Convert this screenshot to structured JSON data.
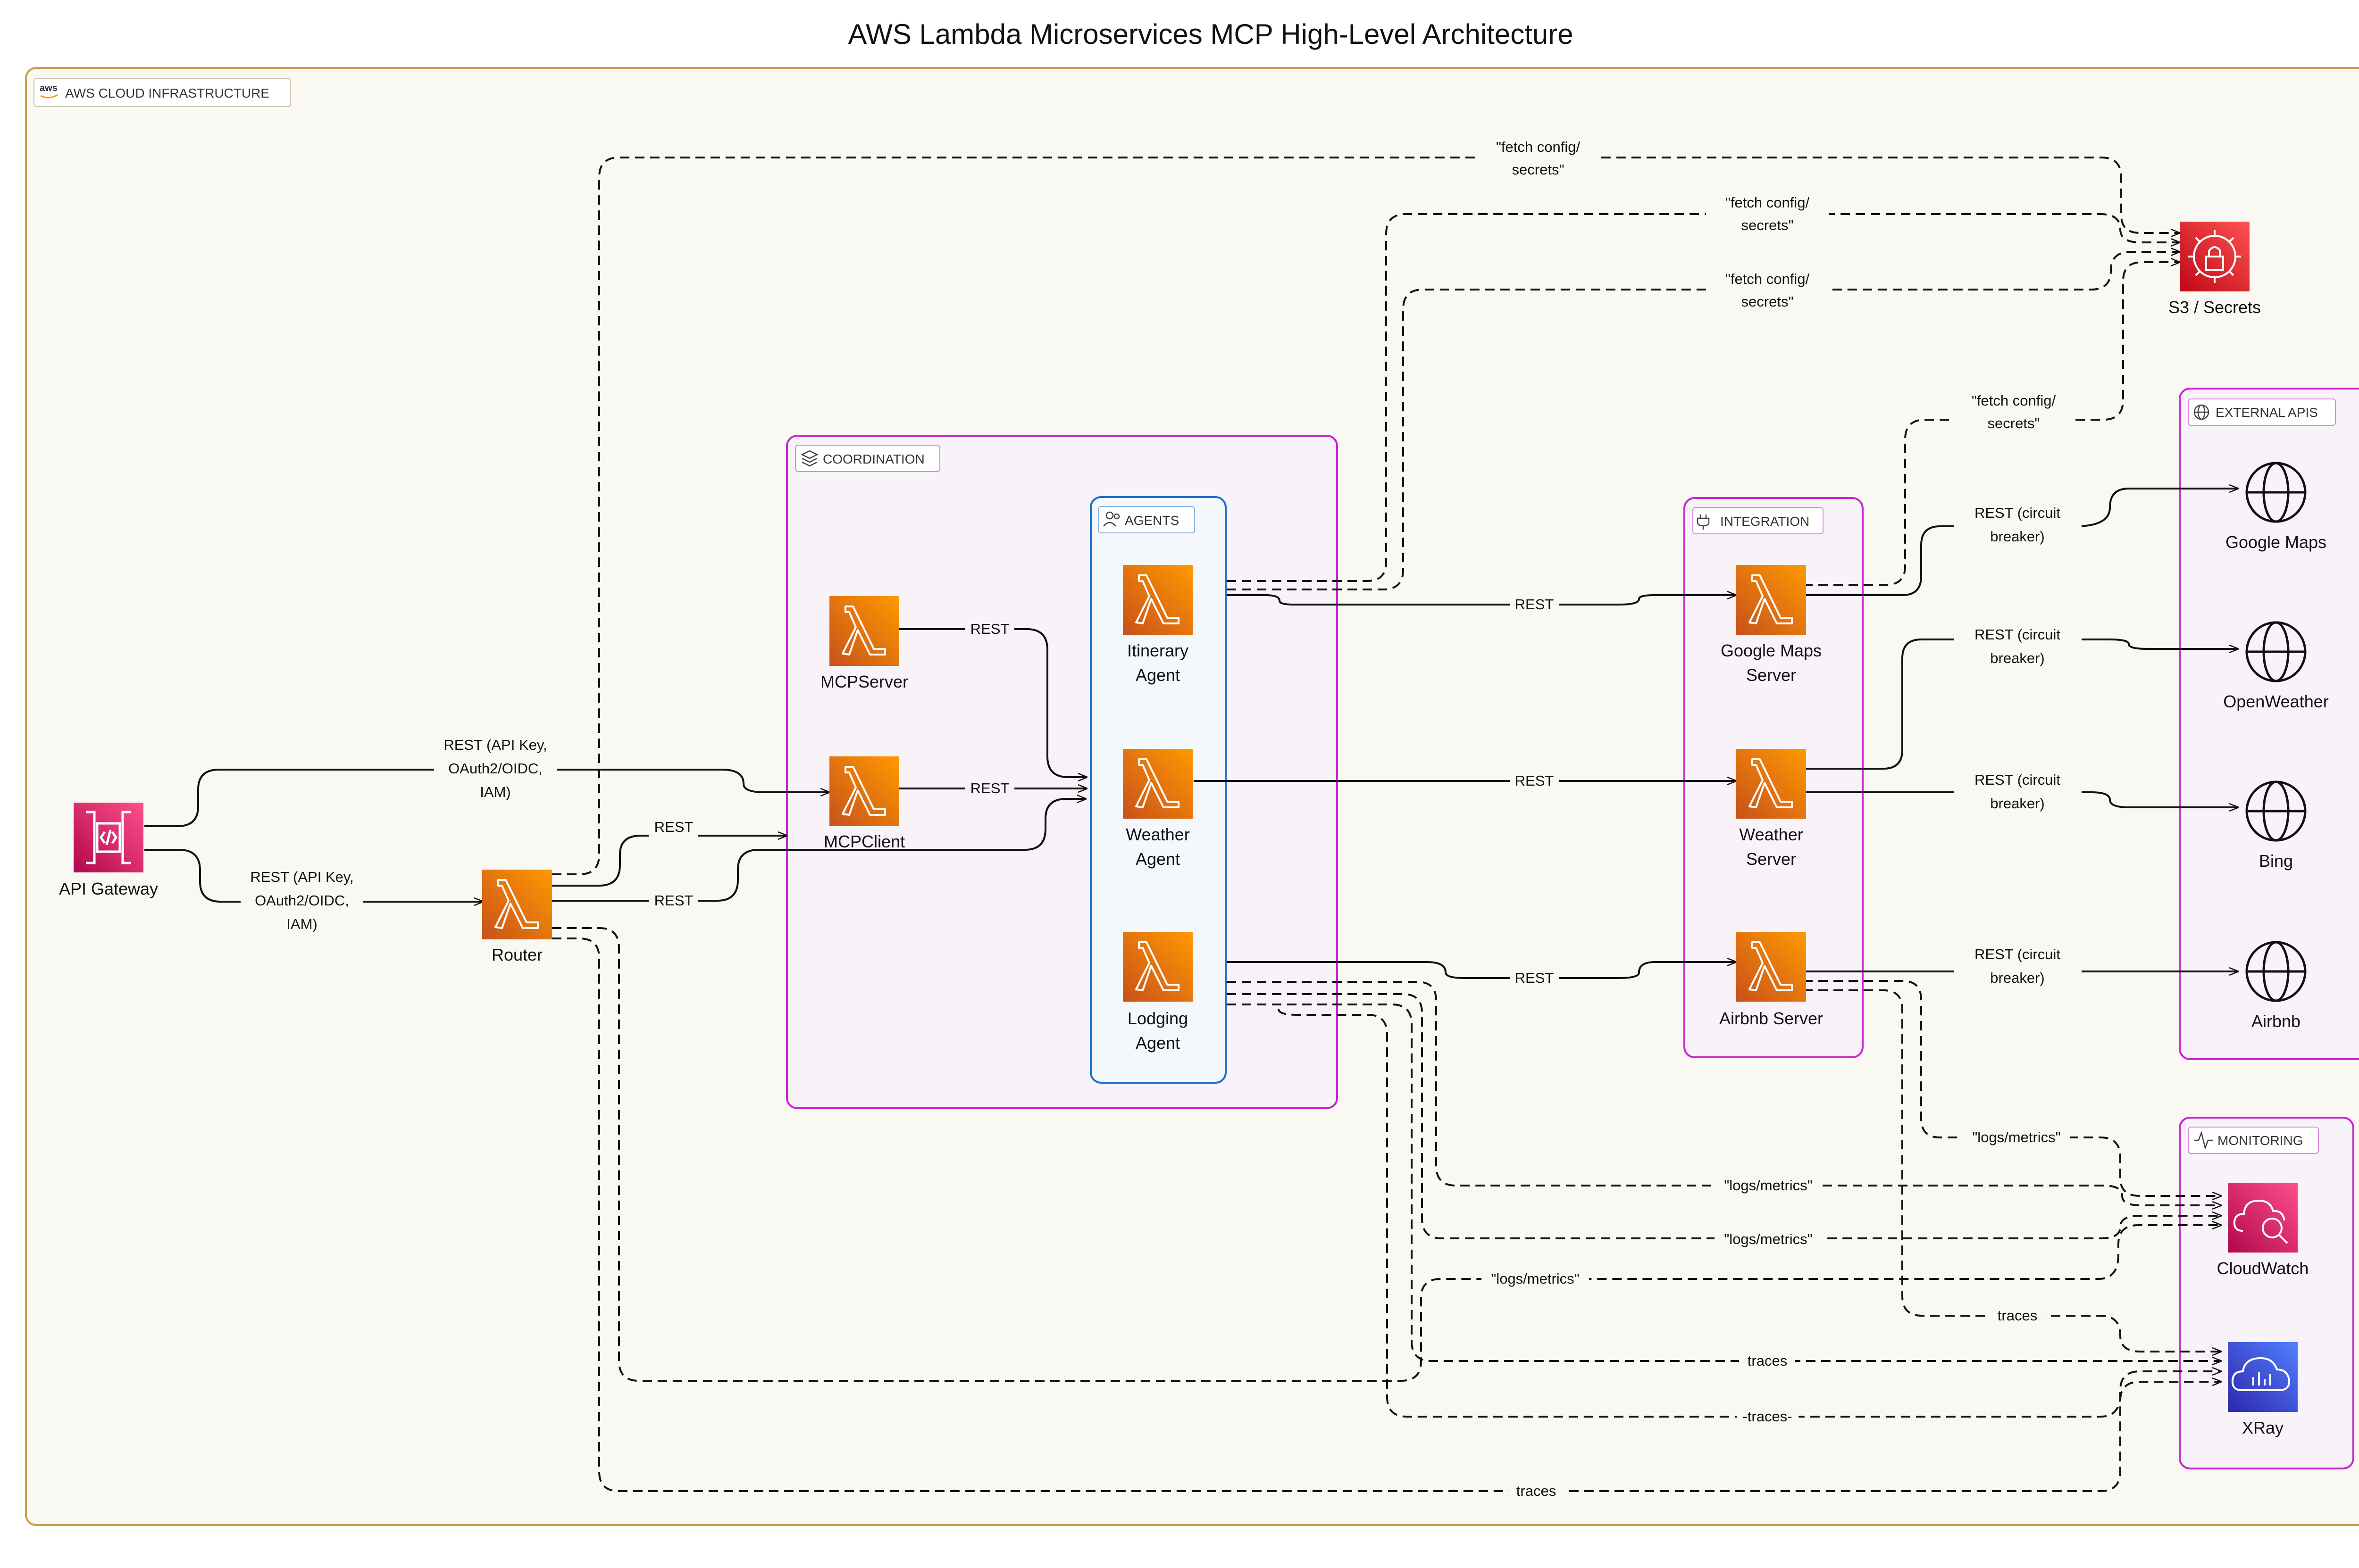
{
  "title": "AWS Lambda Microservices MCP High-Level Architecture",
  "groups": {
    "cloud": "AWS CLOUD INFRASTRUCTURE",
    "coordination": "COORDINATION",
    "agents": "AGENTS",
    "integration": "INTEGRATION",
    "external": "EXTERNAL APIS",
    "monitoring": "MONITORING"
  },
  "nodes": {
    "api_gateway": "API Gateway",
    "router": "Router",
    "mcp_server": "MCPServer",
    "mcp_client": "MCPClient",
    "itinerary_agent": [
      "Itinerary",
      "Agent"
    ],
    "weather_agent": [
      "Weather",
      "Agent"
    ],
    "lodging_agent": [
      "Lodging",
      "Agent"
    ],
    "google_maps_server": [
      "Google Maps",
      "Server"
    ],
    "weather_server": [
      "Weather",
      "Server"
    ],
    "airbnb_server": "Airbnb Server",
    "s3_secrets": "S3 / Secrets",
    "google_maps": "Google Maps",
    "openweather": "OpenWeather",
    "bing": "Bing",
    "airbnb": "Airbnb",
    "cloudwatch": "CloudWatch",
    "xray": "XRay"
  },
  "edges": {
    "rest": "REST",
    "rest_auth": [
      "REST (API Key,",
      "OAuth2/OIDC,",
      "IAM)"
    ],
    "rest_circuit": [
      "REST (circuit",
      "breaker)"
    ],
    "fetch_config": [
      "\"fetch config/",
      "secrets\""
    ],
    "logs_metrics": "\"logs/metrics\"",
    "traces": "traces",
    "traces_dashed": "-traces-"
  },
  "colors": {
    "lambda_orange": "#ED7100",
    "api_gateway_pink": "#E7157B",
    "secrets_red": "#DD344C",
    "xray_blue": "#3F5BEA",
    "coordination_border": "#C925D1",
    "agents_border": "#1A6FC9",
    "cloud_border": "#C8A050",
    "cloud_fill": "#FAF8F3"
  },
  "icons": {
    "lambda": "lambda-icon",
    "api_gateway": "api-gateway-icon",
    "secrets": "secrets-manager-icon",
    "cloudwatch": "cloudwatch-icon",
    "xray": "xray-icon",
    "globe": "globe-icon",
    "aws": "aws-logo-icon",
    "layers": "layers-icon",
    "people": "people-icon",
    "plug": "plug-icon",
    "activity": "activity-icon"
  }
}
